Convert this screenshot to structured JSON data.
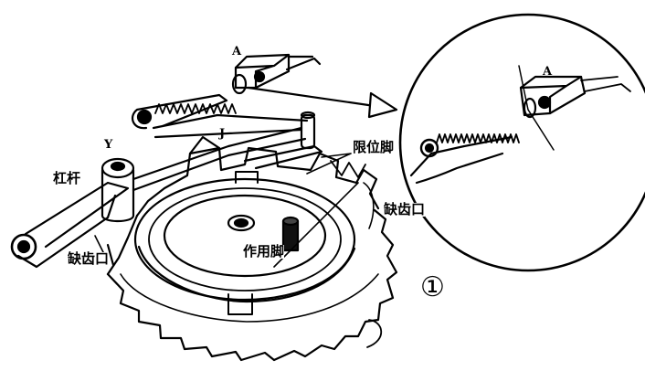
{
  "labels": {
    "lever": "杠杆",
    "notch_left": "缺齿口",
    "notch_right": "缺齿口",
    "limit_foot": "限位脚",
    "action_pin": "作用脚",
    "point_a": "A",
    "point_a_zoom": "A",
    "point_y": "Y",
    "point_j": "J",
    "figure_number": "①"
  },
  "colors": {
    "ink": "#000000",
    "paper": "#ffffff"
  }
}
